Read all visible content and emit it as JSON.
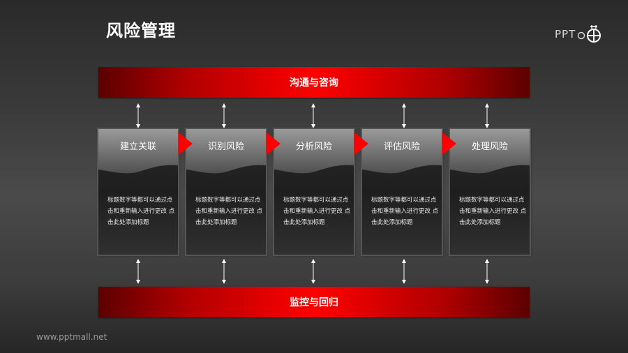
{
  "page": {
    "title": "风险管理",
    "footer": "www.pptmall.net",
    "logo": {
      "text": "PPT",
      "icon": "pptmall-logo-icon"
    }
  },
  "top_bar": {
    "label": "沟通与咨询"
  },
  "bottom_bar": {
    "label": "监控与回归"
  },
  "steps": [
    {
      "title": "建立关联",
      "body": "标题数字等都可以通过点击和重新输入进行更改 点击此处添加标题"
    },
    {
      "title": "识别风险",
      "body": "标题数字等都可以通过点击和重新输入进行更改 点击此处添加标题"
    },
    {
      "title": "分析风险",
      "body": "标题数字等都可以通过点击和重新输入进行更改 点击此处添加标题"
    },
    {
      "title": "评估风险",
      "body": "标题数字等都可以通过点击和重新输入进行更改 点击此处添加标题"
    },
    {
      "title": "处理风险",
      "body": "标题数字等都可以通过点击和重新输入进行更改 点击此处添加标题"
    }
  ],
  "colors": {
    "accent_red": "#ff0000",
    "dark_red": "#5c0000",
    "background": "#3a3a3a",
    "card_head": "#8a8a8a",
    "card_body": "#1e1e1e",
    "text": "#ffffff"
  }
}
